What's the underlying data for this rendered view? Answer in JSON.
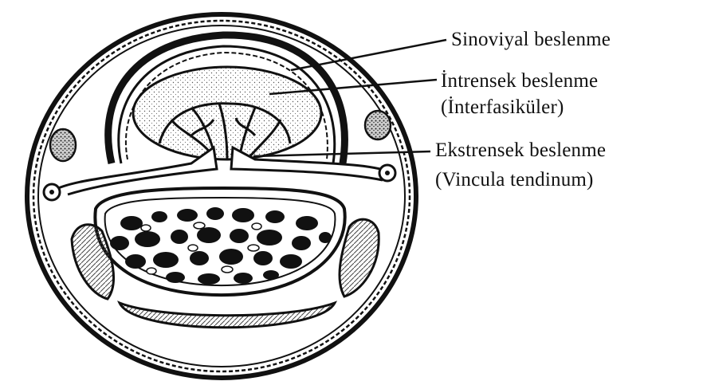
{
  "labels": {
    "synovial": "Sinoviyal beslenme",
    "intrinsic": "İntrensek beslenme",
    "intrinsic_sub": "(İnterfasiküler)",
    "extrinsic": "Ekstrensek beslenme",
    "extrinsic_sub": "(Vincula tendinum)"
  },
  "colors": {
    "ink": "#111111",
    "background": "#ffffff"
  }
}
